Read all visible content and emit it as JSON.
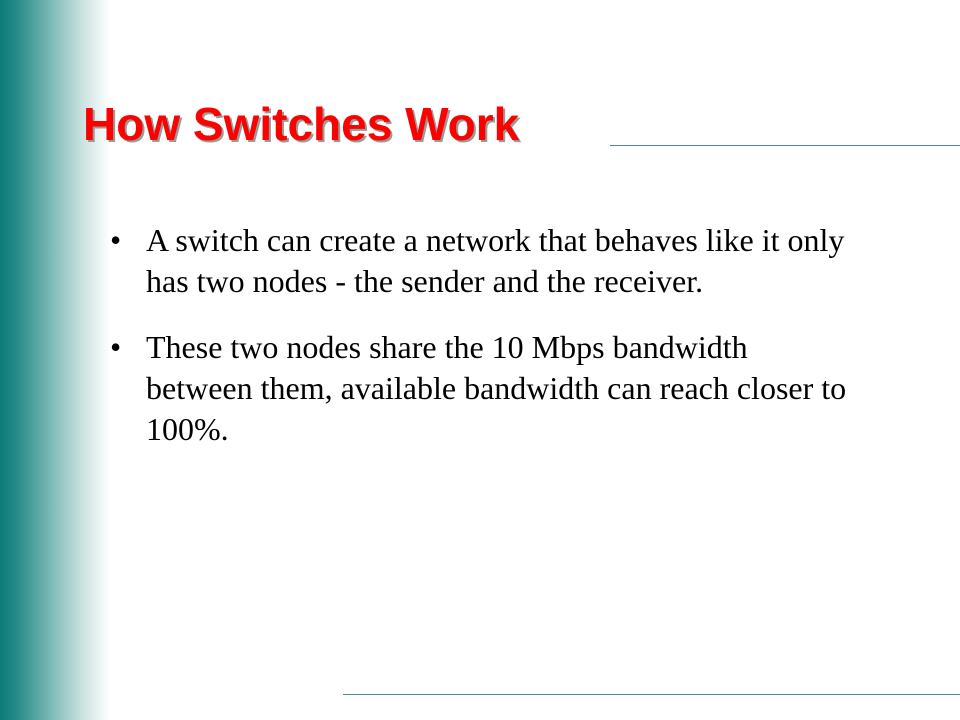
{
  "slide": {
    "title": "How Switches Work",
    "bullets": [
      {
        "marker": "•",
        "text": "A switch can create a network that behaves like it only has two nodes - the sender and the receiver."
      },
      {
        "marker": "•",
        "text": "These two nodes share the 10 Mbps bandwidth between them, available bandwidth can reach closer to 100%."
      }
    ]
  },
  "colors": {
    "title": "#ff0000",
    "title_shadow": "#9a9a9a",
    "accent_teal": "#0e7b78",
    "rule": "#4a8f8c",
    "body_text": "#000000",
    "background": "#ffffff"
  }
}
